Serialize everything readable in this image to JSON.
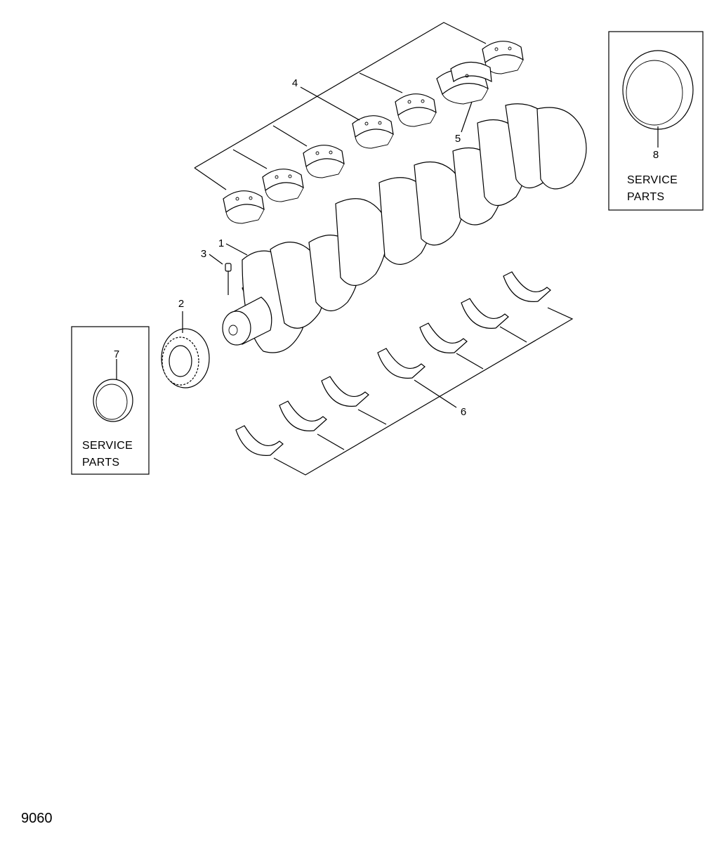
{
  "callouts": {
    "c1": "1",
    "c2": "2",
    "c3": "3",
    "c4": "4",
    "c5": "5",
    "c6": "6",
    "c7": "7",
    "c8": "8"
  },
  "service_box_left": {
    "line1": "SERVICE",
    "line2": "PARTS"
  },
  "service_box_right": {
    "line1": "SERVICE",
    "line2": "PARTS"
  },
  "figure_number": "9060"
}
